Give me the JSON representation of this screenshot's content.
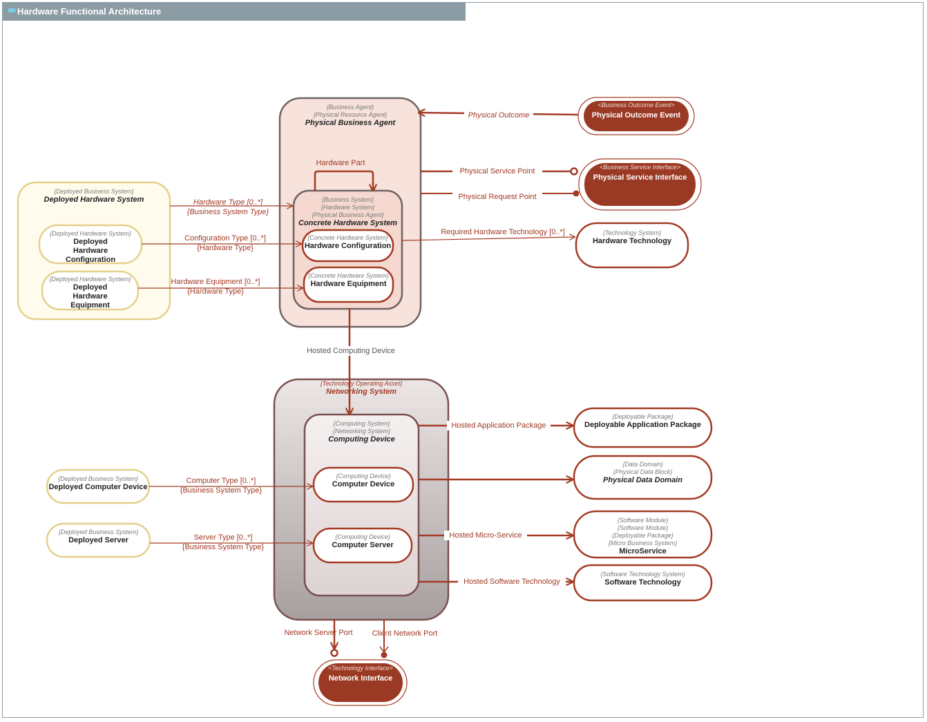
{
  "title": "Hardware Functional Architecture",
  "colors": {
    "accent": "#a33a24",
    "dark_fill": "#9b3a24",
    "pale_fill": "#f7e2dc",
    "yellow_border": "#e3d08a",
    "yellow_fill": "#fffcee",
    "grey_border": "#7a6060"
  },
  "nodes": {
    "physical_business_agent": {
      "stereotypes": [
        "{Business Agent}",
        "{Physical Resource Agent}"
      ],
      "name": "Physical Business Agent"
    },
    "concrete_hardware_system": {
      "stereotypes": [
        "{Business System}",
        "{Hardware System}",
        "{Physical Business Agent}"
      ],
      "name": "Concrete Hardware System"
    },
    "hardware_configuration": {
      "stereotype": "{Concrete Hardware System}",
      "name": "Hardware Configuration"
    },
    "hardware_equipment": {
      "stereotype": "{Concrete Hardware System}",
      "name": "Hardware Equipment"
    },
    "deployed_hardware_system": {
      "stereotype": "{Deployed Business System}",
      "name": "Deployed Hardware System"
    },
    "deployed_hardware_configuration": {
      "stereotype": "{Deployed Hardware System}",
      "name": "Deployed Hardware Configuration"
    },
    "deployed_hardware_equipment": {
      "stereotype": "{Deployed Hardware System}",
      "name": "Deployed Hardware Equipment"
    },
    "physical_outcome_event": {
      "stereotype": "<Business Outcome Event>",
      "name": "Physical Outcome Event"
    },
    "physical_service_interface": {
      "stereotype": "<Business Service Interface>",
      "name": "Physical Service Interface"
    },
    "hardware_technology": {
      "stereotype": "{Technology System}",
      "name": "Hardware Technology"
    },
    "networking_system": {
      "stereotype": "{Technology Operating Asset}",
      "name": "Networking System"
    },
    "computing_device": {
      "stereotypes": [
        "{Computing System}",
        "{Networking System}"
      ],
      "name": "Computing Device"
    },
    "computer_device": {
      "stereotype": "{Computing Device}",
      "name": "Computer Device"
    },
    "computer_server": {
      "stereotype": "{Computing Device}",
      "name": "Computer Server"
    },
    "deployed_computer_device": {
      "stereotype": "{Deployed Business System}",
      "name": "Deployed Computer Device"
    },
    "deployed_server": {
      "stereotype": "{Deployed Business System}",
      "name": "Deployed Server"
    },
    "deployable_application_package": {
      "stereotype": "{Deployable Package}",
      "name": "Deployable Application Package"
    },
    "physical_data_domain": {
      "stereotypes": [
        "{Data Domain}",
        "{Physical Data Block}"
      ],
      "name": "Physical Data Domain"
    },
    "microservice": {
      "stereotypes": [
        "{Software Module}",
        "{Software Module}",
        "{Deployable Package}",
        "{Micro Business System}"
      ],
      "name": "MicroService"
    },
    "software_technology": {
      "stereotype": "{Software Technology System}",
      "name": "Software Technology"
    },
    "network_interface": {
      "stereotype": "<Technology Interface>",
      "name": "Network Interface"
    }
  },
  "connectors": {
    "hardware_part": "Hardware Part",
    "physical_outcome": "Physical Outcome",
    "physical_service_point": "Physical Service Point",
    "physical_request_point": "Physical Request Point",
    "hardware_type": [
      "Hardware Type [0..*]",
      "{Business System Type}"
    ],
    "configuration_type": [
      "Configuration Type [0..*]",
      "{Hardware Type}"
    ],
    "hardware_equipment_assoc": [
      "Hardware Equipment [0..*]",
      "{Hardware Type}"
    ],
    "required_hardware_technology": "Required Hardware Technology [0..*]",
    "hosted_computing_device": "Hosted Computing Device",
    "hosted_application_package": "Hosted Application Package",
    "hosted_micro_service": "Hosted Micro-Service",
    "hosted_software_technology": "Hosted Software Technology",
    "computer_type": [
      "Computer Type [0..*]",
      "{Business System Type}"
    ],
    "server_type": [
      "Server Type [0..*]",
      "{Business System Type}"
    ],
    "network_server_port": "Network Server Port",
    "client_network_port": "Client Network Port"
  }
}
